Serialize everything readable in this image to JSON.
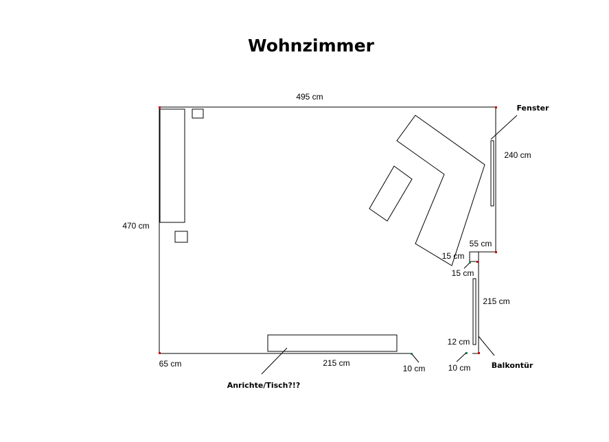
{
  "title": "Wohnzimmer",
  "dimensions": {
    "top_width": "495 cm",
    "left_height": "470 cm",
    "window_width": "240 cm",
    "right_step": "55 cm",
    "step_a": "15 cm",
    "step_b": "15 cm",
    "door_width": "215 cm",
    "door_offset": "12 cm",
    "bottom_right_gap": "10 cm",
    "bottom_gap": "10 cm",
    "bottom_left": "65 cm",
    "bottom_wall": "215 cm"
  },
  "labels": {
    "window": "Fenster",
    "balcony_door": "Balkontür",
    "sideboard": "Anrichte/Tisch?!?"
  },
  "colors": {
    "lines": "#000000",
    "corner_marks": "#cc0000",
    "gap_marks": "#2e8b57"
  }
}
